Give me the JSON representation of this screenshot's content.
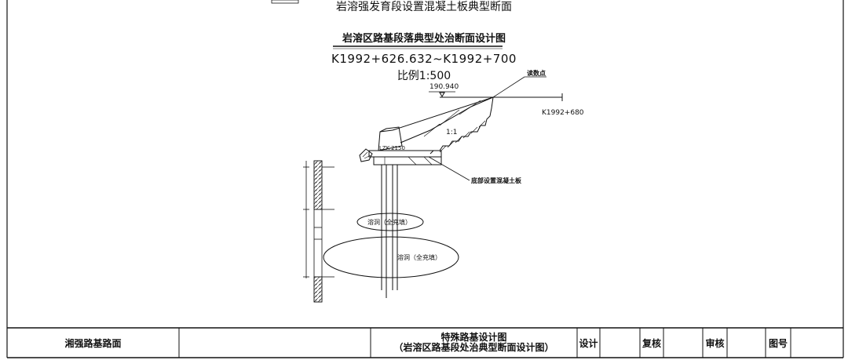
{
  "drawing": {
    "top_caption": "岩溶强发育段设置混凝土板典型断面",
    "section_title": "岩溶区路基段落典型处治断面设计图",
    "station_range": "K1992+626.632~K1992+700",
    "scale": "比例1:500",
    "elevation": "190.940",
    "reading_point": "读数点",
    "station_mark": "K1992+680",
    "slope_ratio": "1:1",
    "pile_label": "LZK-2150",
    "slab_note": "底部设置混凝土板",
    "cave_small": "溶洞（全充填）",
    "cave_large": "溶洞（全充填）"
  },
  "title_block": {
    "project": "湘强路基路面",
    "drawing_name_line1": "特殊路基设计图",
    "drawing_name_line2": "（岩溶区路基段处治典型断面设计图）",
    "design_label": "设计",
    "review_label": "复核",
    "audit_label": "审核",
    "drawing_no_label": "图号"
  }
}
